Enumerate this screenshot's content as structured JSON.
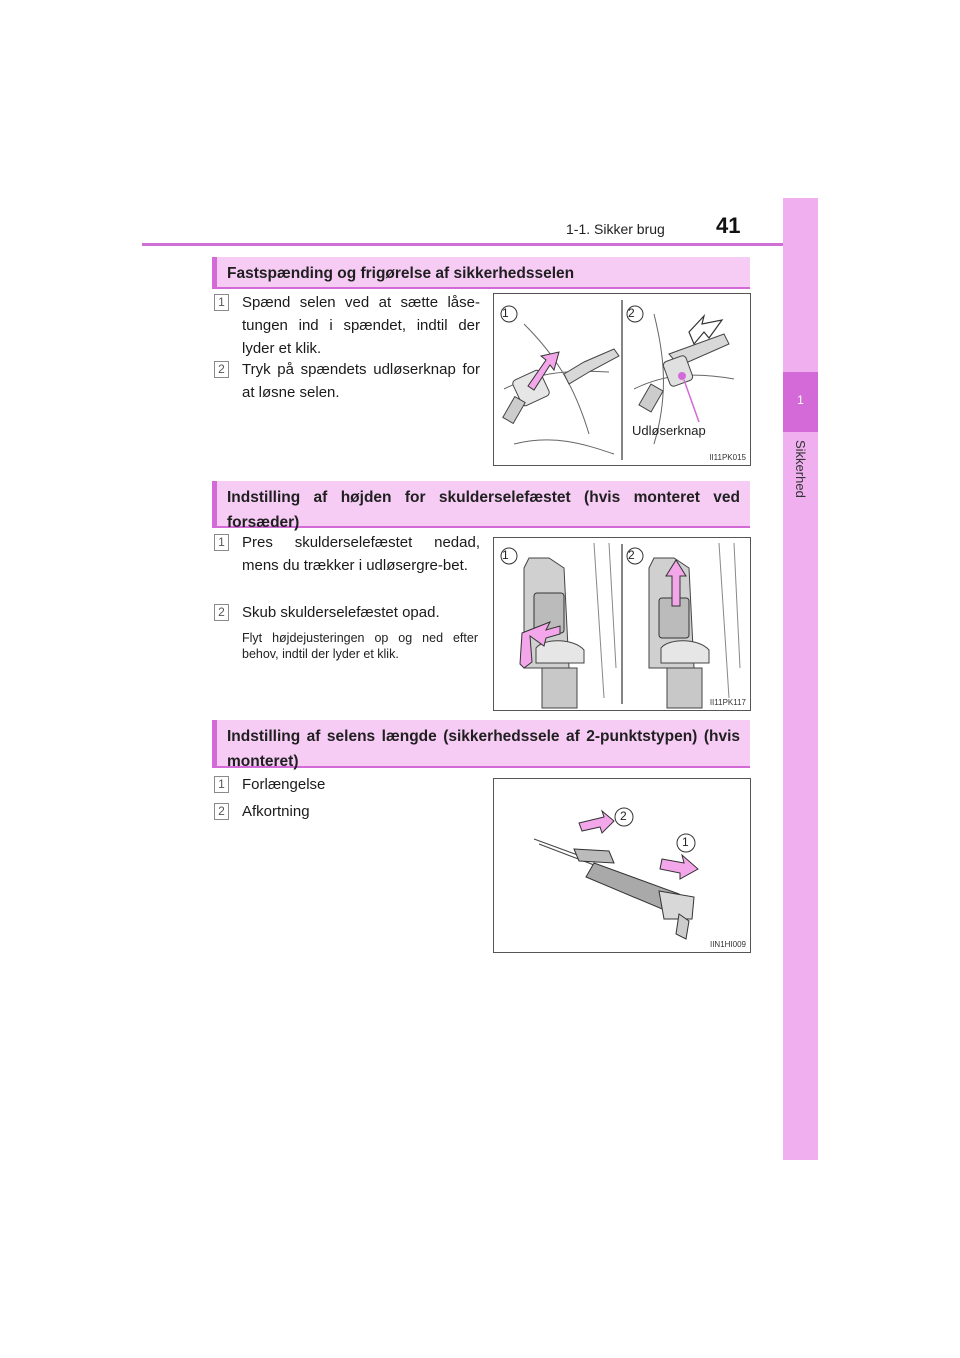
{
  "header": {
    "section": "1-1. Sikker brug",
    "page_number": "41"
  },
  "side_tab": {
    "chapter_number": "1",
    "chapter_label": "Sikkerhed"
  },
  "sections": [
    {
      "title": "Fastspænding og frigørelse af sikkerhedsselen",
      "steps": [
        {
          "num": "1",
          "text": "Spænd selen ved at sætte låse-tungen ind i spændet, indtil der lyder et klik."
        },
        {
          "num": "2",
          "text": "Tryk på spændets udløserknap for at løsne selen."
        }
      ],
      "figure": {
        "code": "II11PK015",
        "callout_1": "1",
        "callout_2": "2",
        "label": "Udløserknap"
      }
    },
    {
      "title": "Indstilling af højden for skulderselefæstet (hvis monteret ved forsæder)",
      "steps": [
        {
          "num": "1",
          "text": "Pres skulderselefæstet nedad, mens du trækker i udløsergre-bet."
        },
        {
          "num": "2",
          "text": "Skub skulderselefæstet opad."
        }
      ],
      "note": "Flyt højdejusteringen op og ned efter behov, indtil der lyder et klik.",
      "figure": {
        "code": "II11PK117",
        "callout_1": "1",
        "callout_2": "2"
      }
    },
    {
      "title": "Indstilling af selens længde (sikkerhedssele af 2-punktstypen) (hvis monteret)",
      "steps": [
        {
          "num": "1",
          "text": "Forlængelse"
        },
        {
          "num": "2",
          "text": "Afkortning"
        }
      ],
      "figure": {
        "code": "IIN1HI009",
        "callout_1": "1",
        "callout_2": "2"
      }
    }
  ],
  "colors": {
    "accent": "#d36ad8",
    "tab_bg": "#f0b0ef",
    "section_bg": "#f6ccf5",
    "arrow_fill": "#f3a7ea"
  }
}
